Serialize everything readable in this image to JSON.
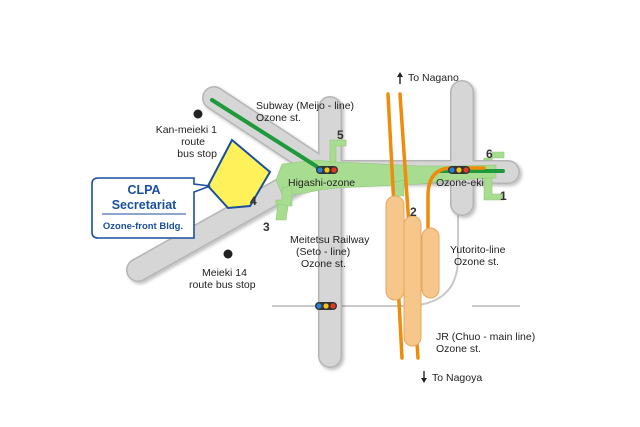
{
  "map": {
    "labels": {
      "to_nagano": "To Nagano",
      "to_nagoya": "To Nagoya",
      "subway_line1": "Subway (Meijo - line)",
      "subway_line2": "Ozone st.",
      "kanmeieki_line1": "Kan-meieki 1",
      "kanmeieki_line2": "route",
      "kanmeieki_line3": "bus stop",
      "higashi_ozone": "Higashi-ozone",
      "ozone_eki": "Ozone-eki",
      "meitetsu_line1": "Meitetsu Railway",
      "meitetsu_line2": "(Seto - line)",
      "meitetsu_line3": "Ozone st.",
      "yutorito_line1": "Yutorito-line",
      "yutorito_line2": "Ozone st.",
      "meieki14_line1": "Meieki 14",
      "meieki14_line2": "route bus stop",
      "jr_line1": "JR (Chuo - main line)",
      "jr_line2": "Ozone st."
    },
    "exits": [
      "1",
      "2",
      "3",
      "4",
      "5",
      "6"
    ],
    "callout": {
      "title_line1": "CLPA",
      "title_line2": "Secretariat",
      "subtitle": "Ozone-front Bldg."
    },
    "colors": {
      "road": "#d4d4d4",
      "road_edge": "#b0b0b0",
      "subway": "#1e9a3c",
      "underground_passage": "#a8dc90",
      "rail": "#f08c0a",
      "platform": "#f7c68a",
      "building": "#fff15a",
      "callout_border": "#1a4f9e",
      "callout_text": "#1a4f9e"
    },
    "icons": [
      "up-arrow-icon",
      "down-arrow-icon",
      "bus-stop-icon",
      "traffic-signal-icon"
    ]
  }
}
